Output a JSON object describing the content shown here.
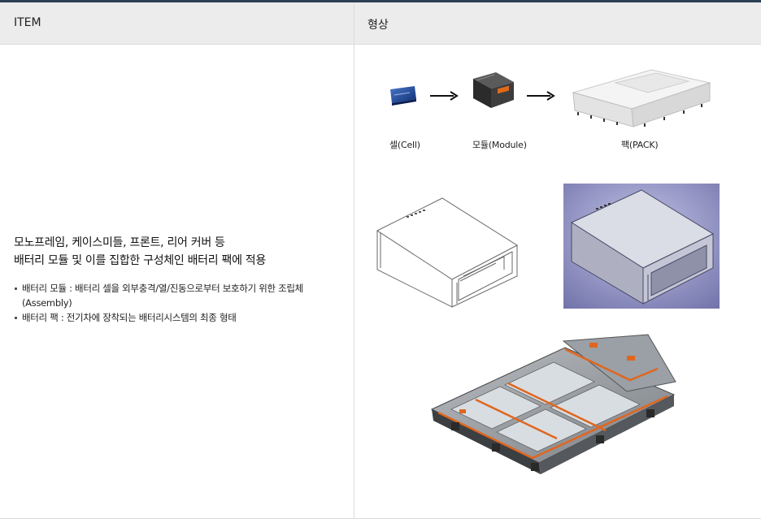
{
  "table": {
    "col1_header": "ITEM",
    "col2_header": "형상"
  },
  "item": {
    "lead_line1": "모노프레임, 케이스미들, 프론트, 리어 커버 등",
    "lead_line2": "배터리 모듈 및 이를 집합한 구성체인 배터리 팩에 적용",
    "bullets": [
      {
        "line1": "배터리 모듈 : 배터리 셀을 외부충격/열/진동으로부터 보호하기 위한 조립체",
        "line2": "(Assembly)"
      },
      {
        "line1": "배터리 팩 : 전기차에 장착되는 배터리시스템의 최종 형태",
        "line2": ""
      }
    ]
  },
  "process": {
    "cell_label": "셀(Cell)",
    "module_label": "모듈(Module)",
    "pack_label": "팩(PACK)"
  }
}
